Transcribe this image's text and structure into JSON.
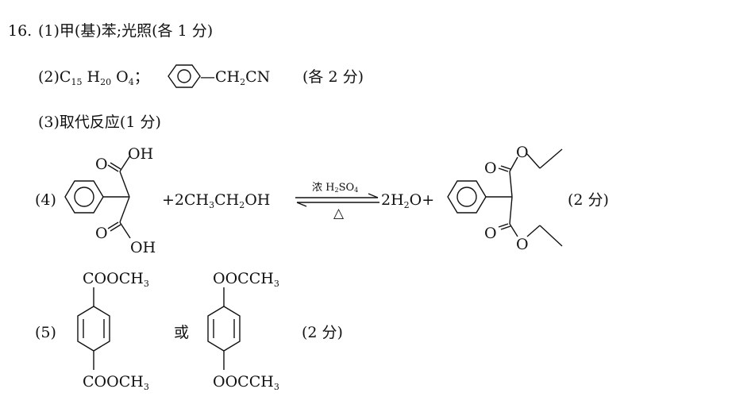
{
  "top_fragment": "—",
  "q16": {
    "number": "16.",
    "p1": "(1)甲(基)苯;光照(各 1 分)",
    "p2": {
      "label": "(2)",
      "formula": {
        "c": "C",
        "c_n": "15",
        "h": "H",
        "h_n": "20",
        "o": "O",
        "o_n": "4"
      },
      "sep": "；",
      "group_ch": "—CH",
      "group_sub": "2",
      "group_cn": "CN",
      "score": "(各 2 分)"
    },
    "p3": "(3)取代反应(1 分)",
    "p4": {
      "label": "(4)",
      "oh": "OH",
      "o": "O",
      "plus_ethanol": "+2CH",
      "sub3": "3",
      "ch2": "CH",
      "sub2": "2",
      "oh_tail": "OH",
      "catalyst": "浓 H",
      "cat_sub2": "2",
      "cat_so": "SO",
      "cat_sub4": "4",
      "heat": "△",
      "product_h2o": "2H",
      "h2o_sub": "2",
      "product_o_plus": "O+",
      "score": "(2 分)"
    },
    "p5": {
      "label": "(5)",
      "a_top": "COOCH",
      "a_bot": "COOCH",
      "sub3": "3",
      "or": "或",
      "b_top": "OOCCH",
      "b_bot": "OOCCH",
      "score": "(2 分)"
    }
  }
}
